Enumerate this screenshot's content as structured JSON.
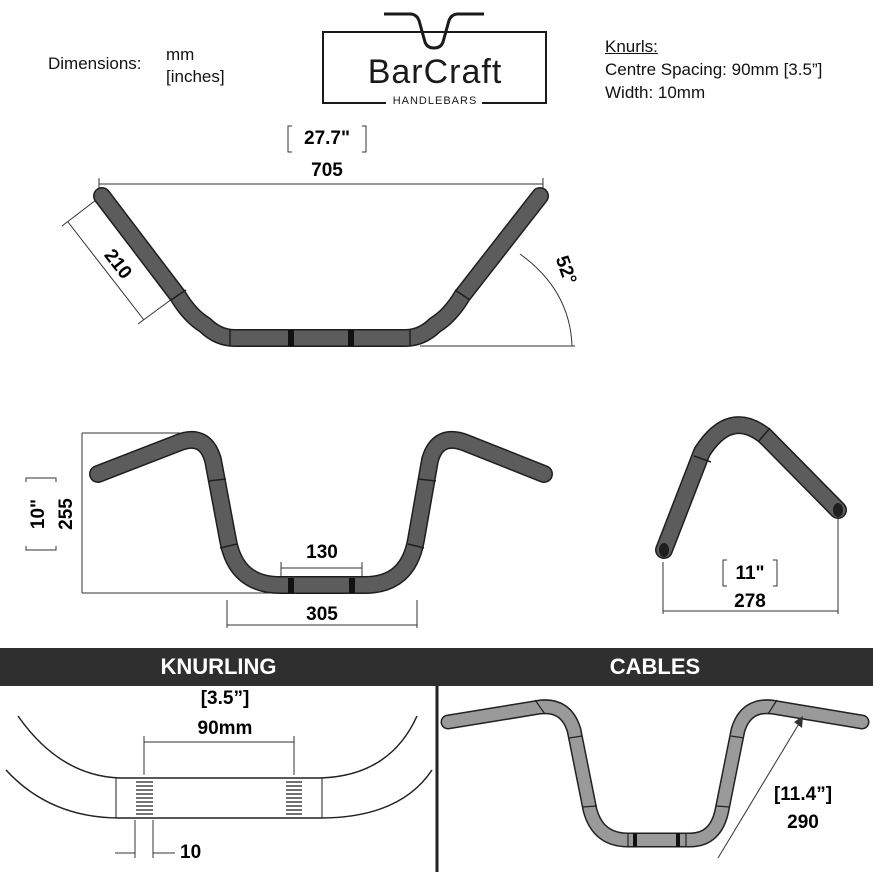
{
  "legend": {
    "dimensions_label": "Dimensions:",
    "unit_mm": "mm",
    "unit_in": "[inches]"
  },
  "logo": {
    "name": "BarCraft",
    "sub": "HANDLEBARS"
  },
  "knurl_info": {
    "heading": "Knurls:",
    "spacing": "Centre Spacing: 90mm [3.5”]",
    "width": "Width: 10mm"
  },
  "front_view": {
    "width_in": "27.7\"",
    "width_mm": "705",
    "rise_mm": "210",
    "angle": "52°"
  },
  "rear_view": {
    "height_in": "10\"",
    "height_mm": "255",
    "center_mm": "130",
    "base_mm": "305"
  },
  "side_view": {
    "pullback_in": "11\"",
    "pullback_mm": "278"
  },
  "sections": {
    "knurling": "KNURLING",
    "cables": "CABLES"
  },
  "knurling_detail": {
    "spacing_in": "[3.5”]",
    "spacing_mm": "90mm",
    "width_mm": "10"
  },
  "cables_detail": {
    "length_in": "[11.4”]",
    "length_mm": "290"
  },
  "colors": {
    "tube": "#5c5c5c",
    "tube_light": "#9a9a9a",
    "band": "#2f2f2f"
  }
}
